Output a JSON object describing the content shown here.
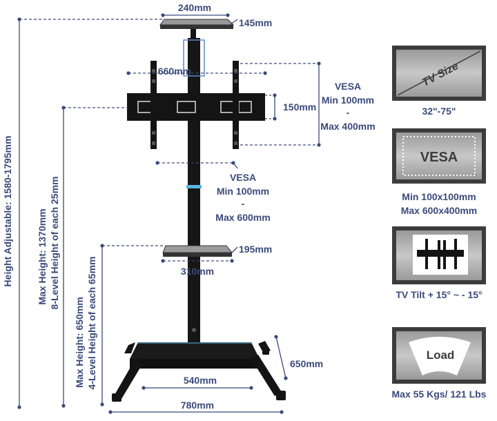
{
  "dimensions": {
    "top_shelf_width": "240mm",
    "top_shelf_depth": "145mm",
    "bracket_width": "660mm",
    "bracket_height": "150mm",
    "vesa_right_title": "VESA",
    "vesa_right_min": "Min 100mm",
    "vesa_right_dash": "-",
    "vesa_right_max": "Max 400mm",
    "vesa_bottom_title": "VESA",
    "vesa_bottom_min": "Min 100mm",
    "vesa_bottom_dash": "-",
    "vesa_bottom_max": "Max 600mm",
    "mid_shelf_depth": "195mm",
    "mid_shelf_width": "310mm",
    "base_inner_width": "540mm",
    "base_outer_width": "780mm",
    "base_depth": "650mm",
    "height_adjustable": "Height Adjustable: 1580-1795mm",
    "max_height_upper_line1": "Max Height: 1370mm",
    "max_height_upper_line2": "8-Level Height of each 25mm",
    "max_height_lower_line1": "Max Height: 650mm",
    "max_height_lower_line2": "4-Level Height of each 65mm"
  },
  "panels": {
    "tv_size_label": "TV Size",
    "tv_size_caption": "32\"-75\"",
    "vesa_label": "VESA",
    "vesa_caption_line1": "Min 100x100mm",
    "vesa_caption_line2": "Max 600x400mm",
    "tilt_caption": "TV Tilt + 15°   ~ - 15°",
    "load_label": "Load",
    "load_caption": "Max 55 Kgs/ 121 Lbs"
  },
  "colors": {
    "dimension_line": "#3a4a7a",
    "dimension_text": "#3a4a7a",
    "stand_black": "#141414",
    "highlight_blue": "#5ab4e0",
    "panel_gray": "#b4b4b4",
    "panel_border": "#3c3c3c"
  }
}
